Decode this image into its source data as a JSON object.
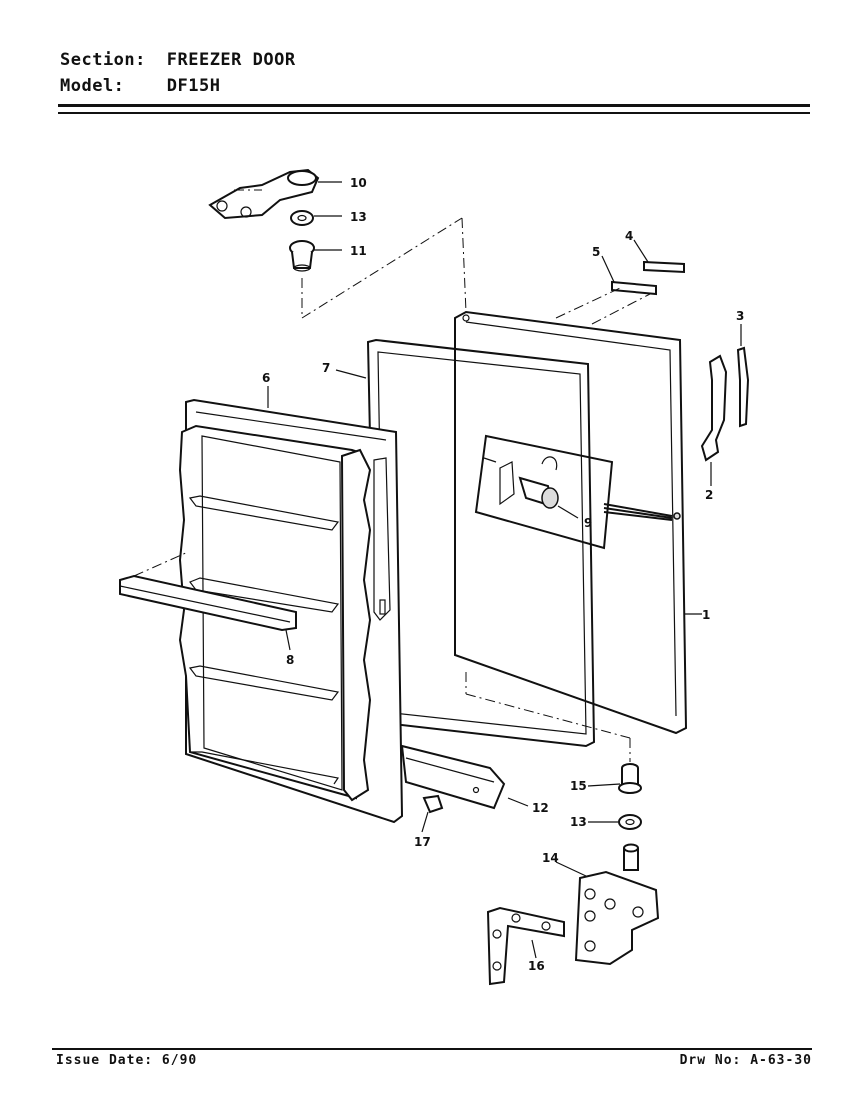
{
  "header": {
    "section_key": "Section:",
    "section_value": "FREEZER DOOR",
    "model_key": "Model:",
    "model_value": "DF15H"
  },
  "footer": {
    "issue": "Issue Date: 6/90",
    "drawing": "Drw No: A-63-30"
  },
  "callouts": [
    "1",
    "2",
    "3",
    "4",
    "5",
    "6",
    "7",
    "8",
    "9",
    "10",
    "11",
    "12",
    "13",
    "13",
    "14",
    "15",
    "16",
    "17"
  ]
}
